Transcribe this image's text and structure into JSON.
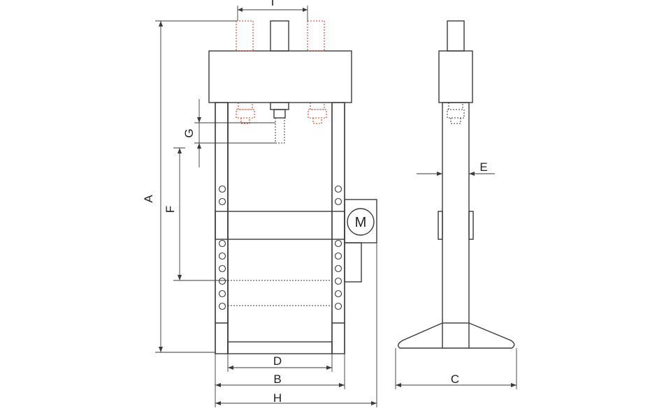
{
  "drawing": {
    "dimension_labels": {
      "A": "A",
      "B": "B",
      "C": "C",
      "D": "D",
      "E": "E",
      "F": "F",
      "G": "G",
      "H": "H",
      "I": "I"
    },
    "motor_symbol": "M"
  }
}
